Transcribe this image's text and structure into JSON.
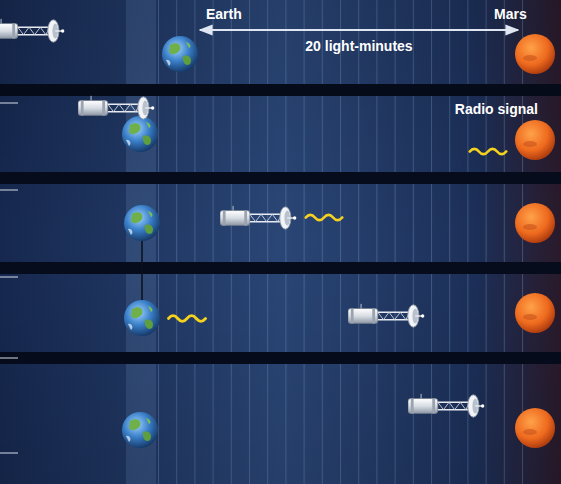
{
  "diagram": {
    "labels": [
      "Earth",
      "Mars",
      "20 light-minutes",
      "Radio signal"
    ]
  }
}
